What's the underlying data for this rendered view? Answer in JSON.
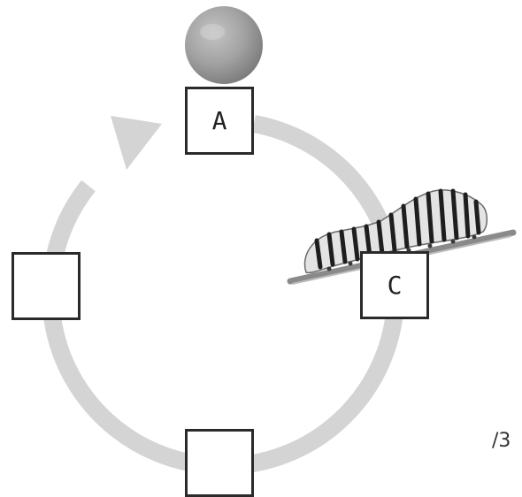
{
  "diagram": {
    "stages": [
      {
        "id": "top",
        "label": "A",
        "image": "egg-icon"
      },
      {
        "id": "right",
        "label": "C",
        "image": "caterpillar-icon"
      },
      {
        "id": "bottom",
        "label": ""
      },
      {
        "id": "left",
        "label": ""
      }
    ],
    "cycle_direction": "clockwise",
    "arrow_color": "#d4d4d4",
    "box_border_color": "#2a2a2a"
  },
  "score": {
    "text": "/3"
  }
}
